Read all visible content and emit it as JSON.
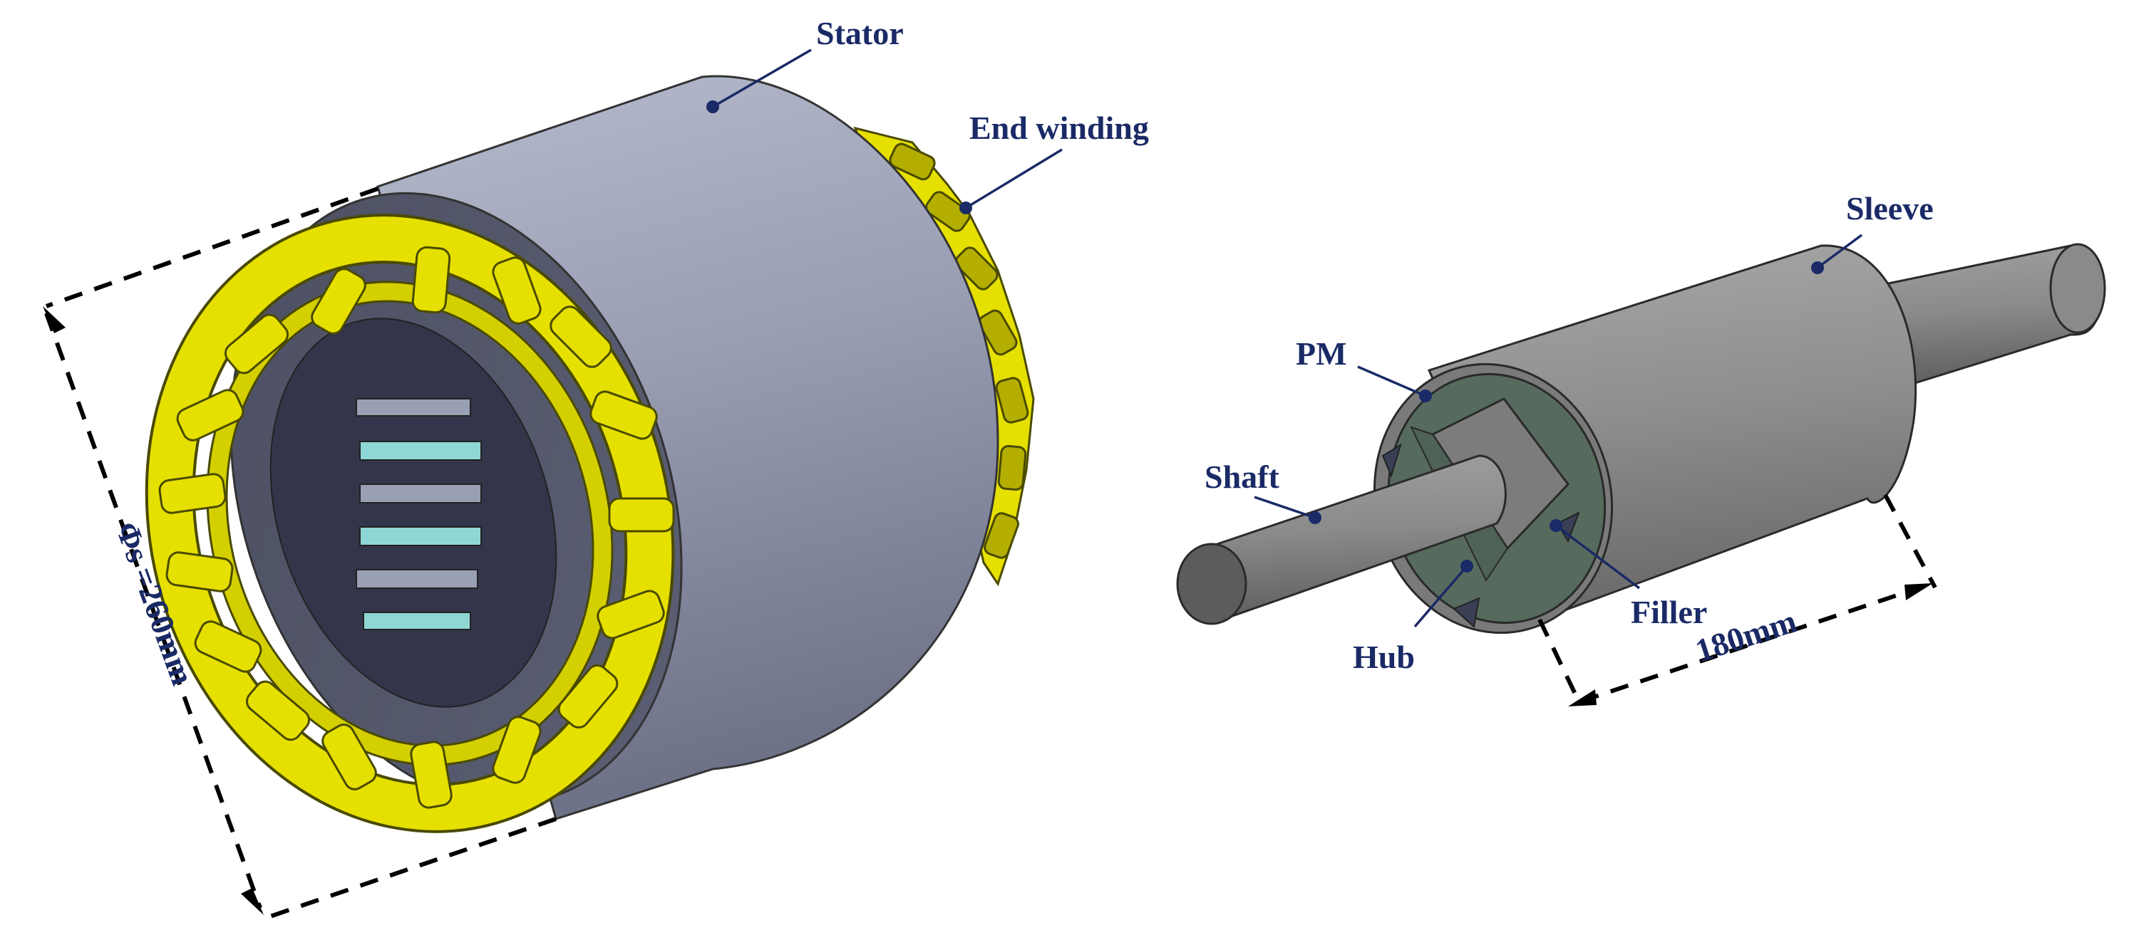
{
  "labels": {
    "stator": "Stator",
    "end_winding": "End winding",
    "sleeve": "Sleeve",
    "pm": "PM",
    "shaft": "Shaft",
    "filler": "Filler",
    "hub": "Hub"
  },
  "dimensions": {
    "stator_diameter": "Φs =260mm",
    "rotor_length": "180mm"
  },
  "colors": {
    "label": "#1a2a66",
    "stator": "#8f93a8",
    "winding": "#e6e000",
    "rotor": "#8c8c8c",
    "magnet": "#5a6e60"
  }
}
